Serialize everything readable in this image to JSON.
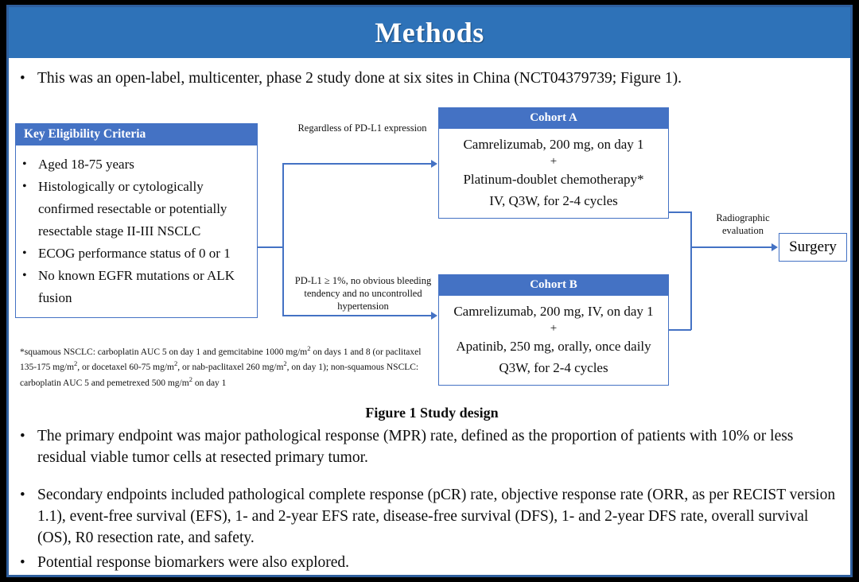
{
  "slide": {
    "title": "Methods",
    "accent_banner_color": "#2e72b8",
    "box_accent_color": "#4472c4",
    "frame_color": "#2f5f9e"
  },
  "intro_bullet": {
    "marker": "•",
    "text": "This was an open-label, multicenter, phase 2 study done at six sites in China (NCT04379739; Figure 1)."
  },
  "figure": {
    "caption": "Figure 1 Study design",
    "eligibility": {
      "header": "Key  Eligibility Criteria",
      "marker": "•",
      "items": [
        "Aged 18-75 years",
        "Histologically or cytologically confirmed resectable or potentially resectable stage II-III  NSCLC",
        "ECOG performance status of 0 or 1",
        "No known EGFR mutations or ALK fusion"
      ]
    },
    "footnote": "*squamous NSCLC: carboplatin AUC 5 on day 1 and gemcitabine 1000 mg/m2 on days 1 and 8 (or paclitaxel 135-175 mg/m2, or docetaxel 60-75 mg/m2, or nab-paclitaxel 260 mg/m2, on day 1); non-squamous NSCLC: carboplatin AUC 5 and pemetrexed 500 mg/m2 on day 1",
    "connector_labels": {
      "top": "Regardless of PD-L1 expression",
      "bottom": "PD-L1 ≥ 1%, no obvious bleeding tendency and no uncontrolled hypertension",
      "right": "Radiographic evaluation"
    },
    "cohort_a": {
      "header": "Cohort A",
      "lines": [
        "Camrelizumab, 200 mg, on day 1",
        "+",
        "Platinum-doublet chemotherapy*",
        "IV, Q3W, for 2-4 cycles"
      ]
    },
    "cohort_b": {
      "header": "Cohort B",
      "lines": [
        "Camrelizumab, 200 mg, IV, on day 1",
        "+",
        "Apatinib, 250 mg, orally, once daily",
        "Q3W, for 2-4 cycles"
      ]
    },
    "surgery": {
      "label": "Surgery"
    }
  },
  "endpoint_bullets": [
    {
      "marker": "•",
      "text": "The primary endpoint was major pathological response (MPR) rate, defined as the proportion of patients with 10% or less residual viable tumor cells at resected primary tumor."
    },
    {
      "marker": "•",
      "text": "Secondary endpoints included pathological complete response (pCR) rate, objective response rate (ORR, as per RECIST version 1.1), event-free survival (EFS), 1- and 2-year EFS rate, disease-free survival (DFS), 1- and 2-year DFS rate, overall survival (OS), R0 resection rate, and safety."
    },
    {
      "marker": "•",
      "text": "Potential response biomarkers were also explored."
    }
  ]
}
